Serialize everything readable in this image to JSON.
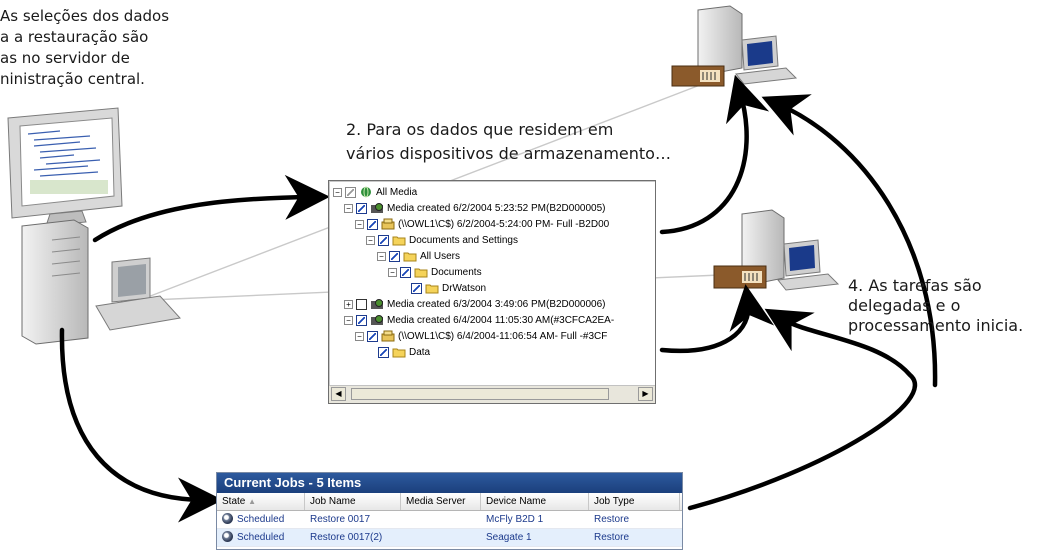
{
  "captions": {
    "step1": [
      "As seleções dos dados",
      "a a restauração são",
      "as no servidor de",
      "ninistração central."
    ],
    "step2": [
      "2. Para os dados que residem em",
      "vários dispositivos de armazenamento…"
    ],
    "step4": [
      "4. As tarefas são",
      "delegadas e o",
      "processamento inicia."
    ]
  },
  "tree": {
    "items": [
      {
        "text": "All Media",
        "depth": 0,
        "expander": "−",
        "check": "part",
        "icon": "globe-icon"
      },
      {
        "text": "Media created 6/2/2004 5:23:52 PM(B2D000005)",
        "depth": 1,
        "expander": "−",
        "check": "on",
        "icon": "media-icon"
      },
      {
        "text": "(\\\\OWL1\\C$) 6/2/2004-5:24:00 PM- Full -B2D00",
        "depth": 2,
        "expander": "−",
        "check": "on",
        "icon": "drive-icon"
      },
      {
        "text": "Documents and Settings",
        "depth": 3,
        "expander": "−",
        "check": "on",
        "icon": "folder-icon"
      },
      {
        "text": "All Users",
        "depth": 4,
        "expander": "−",
        "check": "on",
        "icon": "folder-icon"
      },
      {
        "text": "Documents",
        "depth": 5,
        "expander": "−",
        "check": "on",
        "icon": "folder-icon"
      },
      {
        "text": "DrWatson",
        "depth": 6,
        "expander": "",
        "check": "on",
        "icon": "folder-icon"
      },
      {
        "text": "Media created 6/3/2004 3:49:06 PM(B2D000006)",
        "depth": 1,
        "expander": "+",
        "check": "off",
        "icon": "media-icon"
      },
      {
        "text": "Media created 6/4/2004 11:05:30 AM(#3CFCA2EA-",
        "depth": 1,
        "expander": "−",
        "check": "on",
        "icon": "media-icon"
      },
      {
        "text": "(\\\\OWL1\\C$) 6/4/2004-11:06:54 AM- Full -#3CF",
        "depth": 2,
        "expander": "−",
        "check": "on",
        "icon": "drive-icon"
      },
      {
        "text": "Data",
        "depth": 3,
        "expander": "",
        "check": "on",
        "icon": "folder-icon"
      }
    ]
  },
  "jobs": {
    "title": "Current Jobs  - 5 Items",
    "columns": [
      "State",
      "Job Name",
      "Media Server",
      "Device Name",
      "Job Type"
    ],
    "rows": [
      [
        "Scheduled",
        "Restore 0017",
        "",
        "McFly B2D 1",
        "Restore"
      ],
      [
        "Scheduled",
        "Restore 0017(2)",
        "",
        "Seagate 1",
        "Restore"
      ]
    ]
  },
  "colors": {
    "title_bar": "#1b3f7c",
    "link_text": "#1c3a8c",
    "arrow": "#000000",
    "tape_device": "#8b5a2b",
    "screen": "#1a3a8a"
  }
}
